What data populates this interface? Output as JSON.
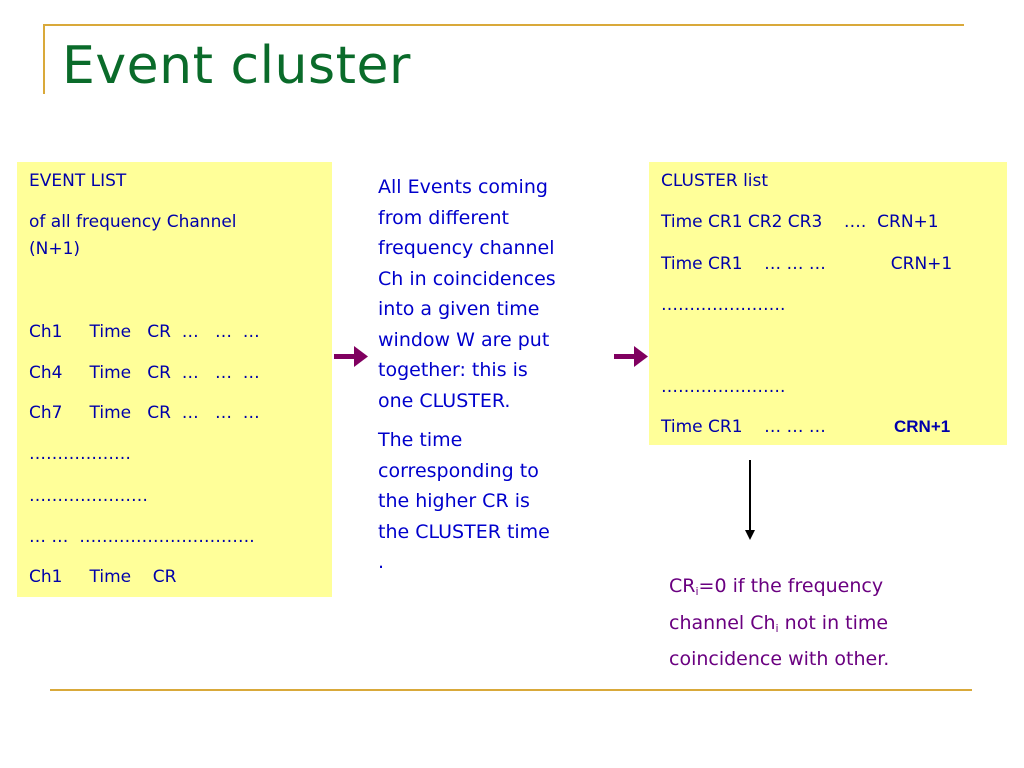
{
  "slide": {
    "title": "Event cluster"
  },
  "event_box": {
    "lines": [
      "EVENT LIST",
      "of all frequency Channel",
      "(N+1)",
      "Ch1     Time   CR  …   …  …",
      "Ch4     Time   CR  …   …  …",
      "Ch7     Time   CR  …   …  …",
      "………………",
      "…………………",
      "… …  ………………………….",
      "Ch1     Time    CR"
    ]
  },
  "middle_text": {
    "paragraph1": "All Events coming\nfrom different\nfrequency channel\nCh in coincidences\ninto a given time\nwindow W are put\ntogether: this is\none  CLUSTER.",
    "paragraph2": "The time\ncorresponding to\nthe higher CR is\nthe CLUSTER time\n."
  },
  "cluster_box": {
    "lines": [
      "CLUSTER list",
      "Time CR1 CR2 CR3    ….  CRN+1",
      "Time CR1    … … …            CRN+1",
      "………………….",
      "………………….",
      "Time CR1    … … …"
    ],
    "last_bold": "CRN+1"
  },
  "note": {
    "cr_main": "CR",
    "cr_sub": "i",
    "text1": "=0 if the frequency",
    "text2": "channel Ch",
    "ch_sub": "i",
    "text3": " not in  time",
    "text4": "coincidence with other."
  },
  "colors": {
    "title": "#0a6b2a",
    "box_fill": "#ffff99",
    "box_text": "#0000aa",
    "middle_text": "#0000cc",
    "note_text": "#6a0080",
    "arrow": "#800060",
    "frame": "#d9a93a"
  },
  "icons": {
    "right_arrow_1": "right-arrow-icon",
    "right_arrow_2": "right-arrow-icon",
    "down_arrow": "down-arrow-icon"
  }
}
